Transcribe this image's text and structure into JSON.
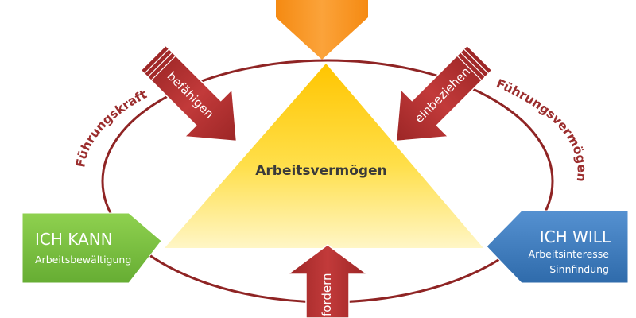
{
  "center": {
    "label": "Arbeitsvermögen"
  },
  "arrows": {
    "left": "befähigen",
    "right": "einbeziehen",
    "bottom": "fordern"
  },
  "ring": {
    "left_label": "Führungskraft",
    "right_label": "Führungsvermögen"
  },
  "boxes": {
    "left": {
      "title": "ICH KANN",
      "subtitle": "Arbeitsbewältigung"
    },
    "right": {
      "title": "ICH WILL",
      "line1": "Arbeitsinteresse",
      "line2": "Sinnfindung"
    }
  },
  "colors": {
    "ring": "#8f2424",
    "arrow": "#b32f2f",
    "triangle_top": "#ffc800",
    "triangle_bottom": "#fff6c0",
    "top_box": "#f7941d",
    "left_box": "#7ac143",
    "right_box": "#3f7fc1"
  }
}
